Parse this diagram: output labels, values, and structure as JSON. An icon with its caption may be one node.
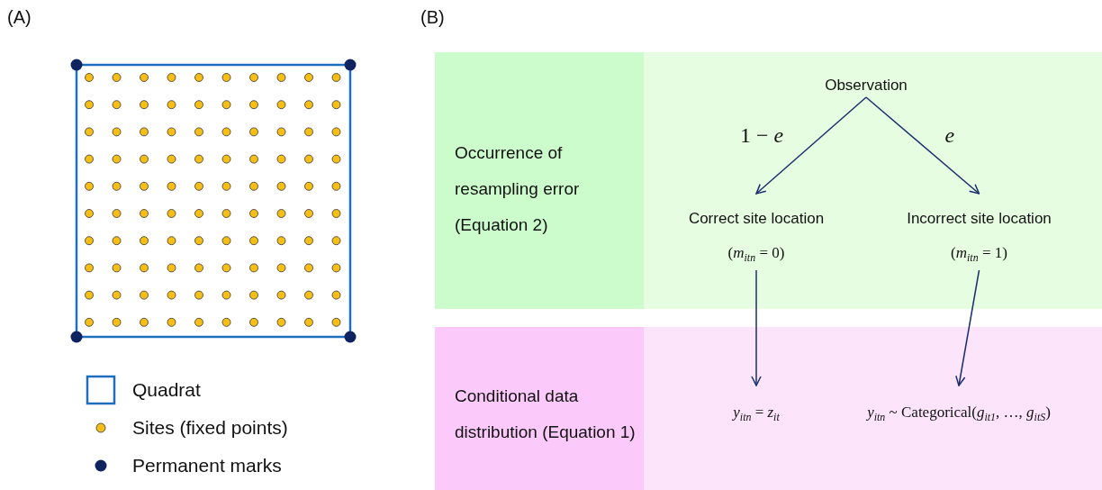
{
  "diagram": {
    "nodes": [
      {
        "text": [
          "Occurrence of resampling error (Equation 2)"
        ]
      },
      {
        "text": [
          "Observation"
        ]
      },
      {
        "text": [
          "Correct site location",
          "(*m*$_{itn}$ = 0)"
        ]
      },
      {
        "text": [
          "Incorrect site location",
          "(*m*$_{itn}$ = 1)"
        ]
      },
      {
        "text": [
          "Conditional data distribution (Equation 1)"
        ]
      },
      {
        "text": [
          "*y*$_{itn}$ = *z*$_{it}$"
        ]
      },
      {
        "text": [
          "*y*$_{itn}$ ~ Categorical(*g*$_{it1}$, …, *g*$_{itS}$)"
        ]
      }
    ],
    "edges": [
      {
        "from": 1,
        "to": 2,
        "arrow": "to",
        "label": "1 − *e*"
      },
      {
        "from": 1,
        "to": 3,
        "arrow": "to",
        "label": "*e*"
      },
      {
        "from": 2,
        "to": 5,
        "arrow": "to"
      },
      {
        "from": 3,
        "to": 6,
        "arrow": "to"
      }
    ],
    "labels": [
      "(A)",
      "(B)"
    ],
    "legend": [
      {
        "text": "Quadrat"
      },
      {
        "text": "Sites (fixed points)"
      },
      {
        "text": "Permanent marks"
      }
    ]
  }
}
